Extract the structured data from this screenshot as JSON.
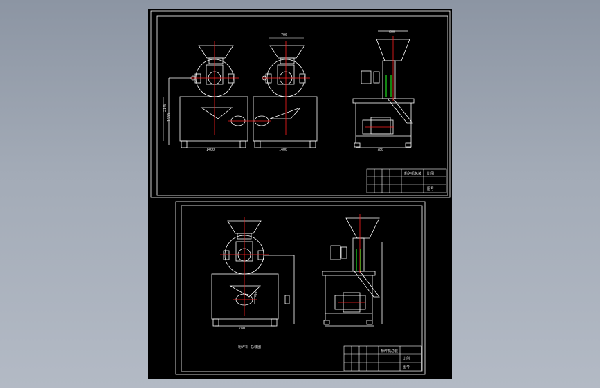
{
  "viewer": {
    "background_color": "#9aa2ae",
    "sheet_color": "#000000",
    "line_color": "#ffffff",
    "center_line_color": "#ff2020",
    "accent_color": "#19c019"
  },
  "sheet_1": {
    "front_view_width_dim": "1400",
    "front_view_width_dim_2": "1400",
    "front_view_height_dim": "1600",
    "front_view_side_dim": "2145",
    "hopper_top_dim": "700",
    "side_view_top_dim": "600",
    "side_view_base_dim": "780",
    "title_block": {
      "drawing_name": "粉碎机总装",
      "scale_label": "比例",
      "sheet_label": "图号"
    }
  },
  "sheet_2": {
    "base_dim": "780",
    "hopper_dim": "500",
    "note": "粉碎机 总装图",
    "title_block": {
      "drawing_name": "粉碎机总装",
      "scale_label": "比例",
      "sheet_label": "图号"
    }
  }
}
